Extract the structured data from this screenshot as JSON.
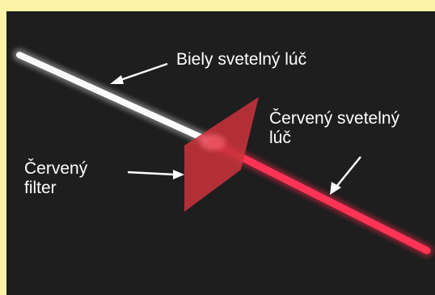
{
  "labels": {
    "white_beam": "Biely svetelný lúč",
    "red_beam_line1": "Červený svetelný",
    "red_beam_line2": "lúč",
    "filter_line1": "Červený",
    "filter_line2": "filter"
  },
  "colors": {
    "frame": "#fdf3a7",
    "background": "#1e1e1e",
    "white_beam": "#ffffff",
    "red_beam": "#ff2a4a",
    "filter": "#c8323c",
    "text": "#ffffff",
    "arrows": "#ffffff"
  }
}
